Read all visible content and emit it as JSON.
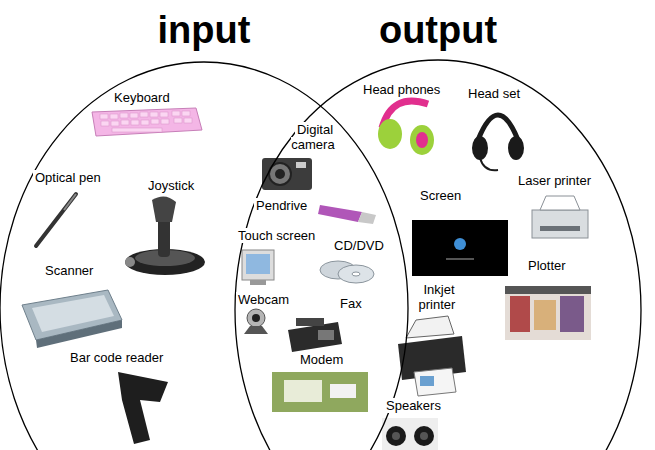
{
  "diagram": {
    "nodes": [
      {
        "text": [
          "input"
        ]
      },
      {
        "text": [
          "output"
        ]
      }
    ],
    "labels": [
      "Keyboard",
      "Optical pen",
      "Joystick",
      "Scanner",
      "Bar code reader",
      "Digital camera",
      "Pendrive",
      "Touch screen",
      "CD/DVD",
      "Webcam",
      "Fax",
      "Modem",
      "Head phones",
      "Head set",
      "Screen",
      "Laser printer",
      "Plotter",
      "Inkjet printer",
      "Speakers"
    ]
  }
}
